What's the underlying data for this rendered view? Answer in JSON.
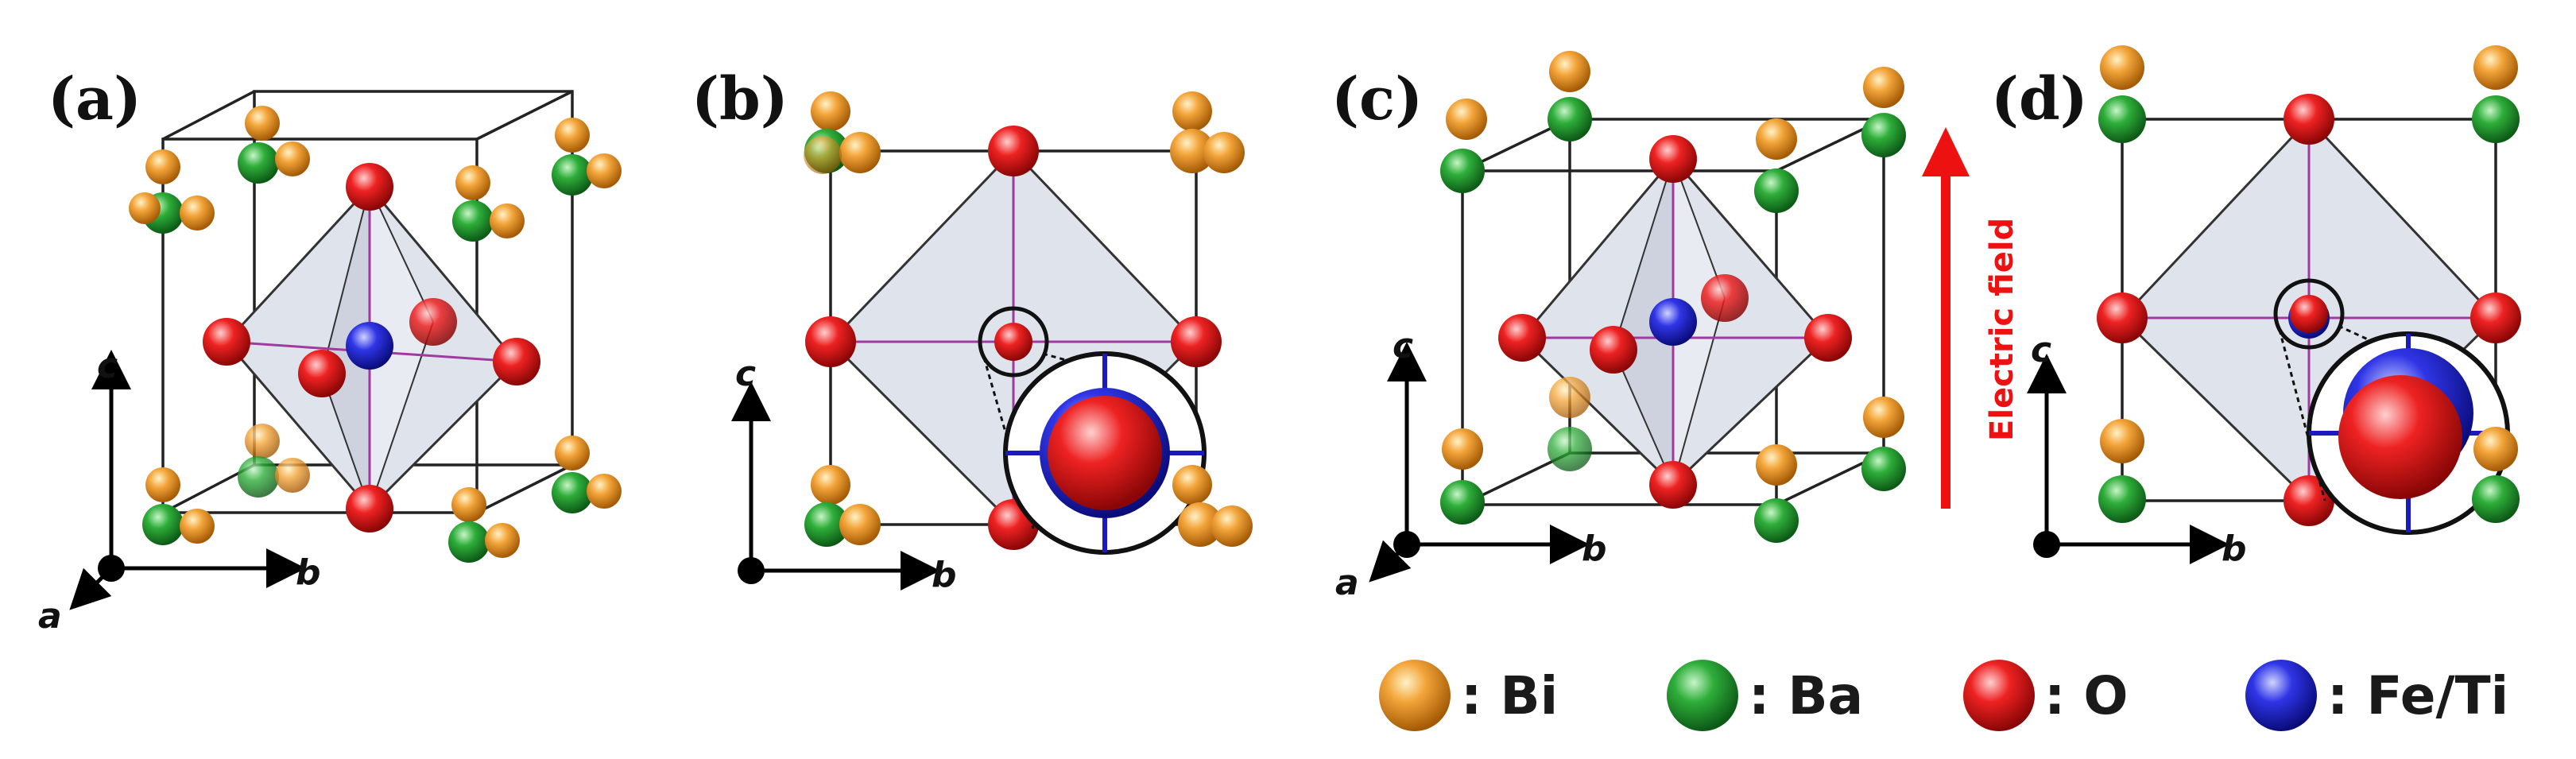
{
  "panels": [
    {
      "label": "(a)",
      "axes": [
        "c",
        "b",
        "a"
      ]
    },
    {
      "label": "(b)",
      "axes": [
        "c",
        "b"
      ]
    },
    {
      "label": "(c)",
      "axes": [
        "c",
        "b",
        "a"
      ]
    },
    {
      "label": "(d)",
      "axes": [
        "c",
        "b"
      ]
    }
  ],
  "field_label": "Electric field",
  "legend": [
    {
      "text": ": Bi",
      "atom": "Bi",
      "color": "#e8901c"
    },
    {
      "text": ": Ba",
      "atom": "Ba",
      "color": "#1f9a2e"
    },
    {
      "text": ": O",
      "atom": "O",
      "color": "#e01515"
    },
    {
      "text": ": Fe/Ti",
      "atom": "Fe/Ti",
      "color": "#2424d8"
    }
  ],
  "colors": {
    "bi": "#e8901c",
    "ba": "#1f9a2e",
    "o": "#e01515",
    "feti": "#2424d8",
    "octahedron": "#dfe3ec",
    "field_arrow": "#ee1111"
  }
}
